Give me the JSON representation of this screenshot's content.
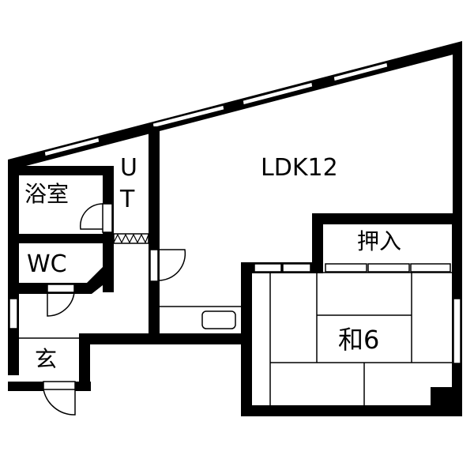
{
  "floor_plan": {
    "rooms": [
      {
        "id": "ldk",
        "label": "LDK12"
      },
      {
        "id": "bath",
        "label": "浴室"
      },
      {
        "id": "ut",
        "label_line1": "U",
        "label_line2": "T"
      },
      {
        "id": "wc",
        "label": "WC"
      },
      {
        "id": "entrance",
        "label": "玄"
      },
      {
        "id": "closet",
        "label": "押入"
      },
      {
        "id": "washitsu",
        "label": "和6"
      }
    ],
    "colors": {
      "wall": "#000000",
      "background": "#ffffff"
    }
  }
}
